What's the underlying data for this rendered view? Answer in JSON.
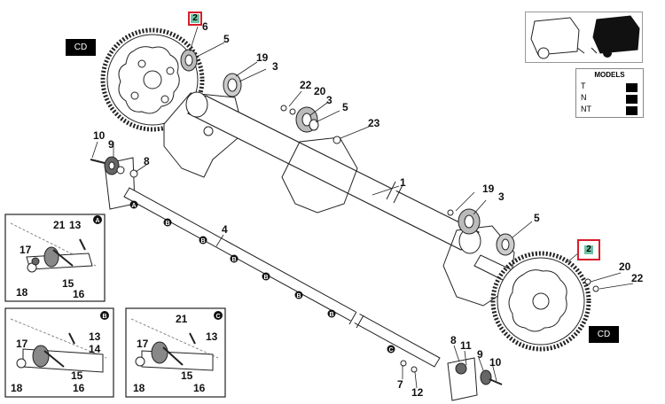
{
  "badges": {
    "cd_top": "CD",
    "cd_bottom": "CD"
  },
  "highlight": {
    "top_label": "2",
    "right_label": "2"
  },
  "models": {
    "title": "MODELS",
    "rows": [
      {
        "label": "T"
      },
      {
        "label": "N"
      },
      {
        "label": "NT"
      }
    ]
  },
  "inset_letters": {
    "a": "A",
    "b": "B",
    "c": "C"
  },
  "shaft_letters": {
    "a": "A",
    "b": "B",
    "c": "C"
  },
  "callouts": {
    "n1": "1",
    "n3a": "3",
    "n3b": "3",
    "n3c": "3",
    "n4": "4",
    "n5a": "5",
    "n5b": "5",
    "n5c": "5",
    "n6": "6",
    "n7": "7",
    "n8a": "8",
    "n8b": "8",
    "n9a": "9",
    "n9b": "9",
    "n10a": "10",
    "n10b": "10",
    "n11": "11",
    "n12": "12",
    "n19a": "19",
    "n19b": "19",
    "n20a": "20",
    "n20b": "20",
    "n22a": "22",
    "n22b": "22",
    "n23": "23",
    "inA": {
      "n13": "13",
      "n15": "15",
      "n16": "16",
      "n17": "17",
      "n18": "18",
      "n21": "21"
    },
    "inB": {
      "n13": "13",
      "n14": "14",
      "n15": "15",
      "n16": "16",
      "n17": "17",
      "n18": "18"
    },
    "inC": {
      "n13": "13",
      "n15": "15",
      "n16": "16",
      "n17": "17",
      "n18": "18",
      "n21": "21"
    }
  }
}
